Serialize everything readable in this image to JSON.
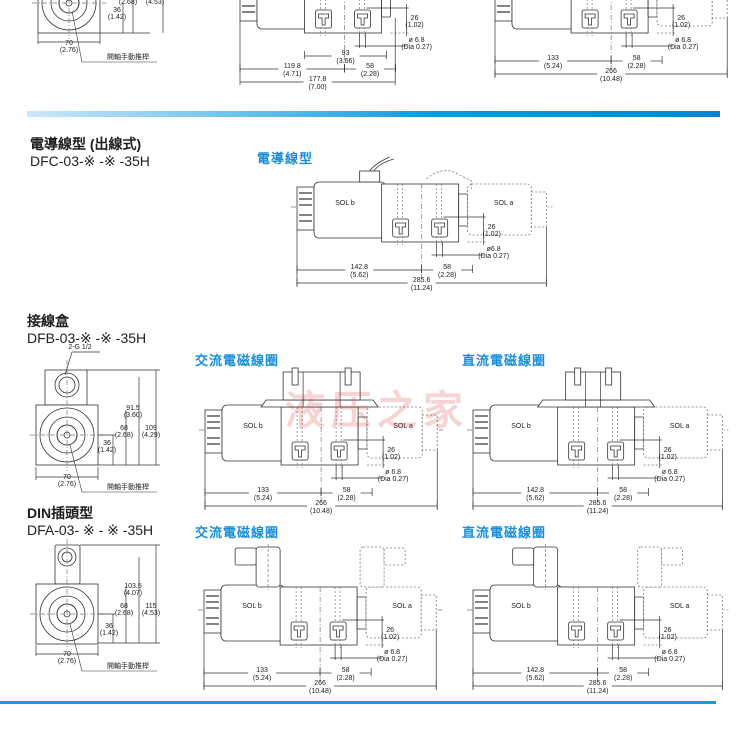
{
  "watermark": "液压之家",
  "top_partial": {
    "end_view": {
      "dim_68_in": "(2.68)",
      "dim_115_in": "(4.53)",
      "dim_36": "36",
      "dim_36_in": "(1.42)",
      "dim_70": "70",
      "dim_70_in": "(2.76)",
      "note": "開軸手動推桿"
    },
    "side_view_1": {
      "d26": "26",
      "d26_in": "(1.02)",
      "dia": "ø 6.8",
      "dia_in": "(Dia 0.27)",
      "dims": [
        {
          "v": "93",
          "i": "(3.66)"
        },
        {
          "v": "119.8",
          "i": "(4.71)"
        },
        {
          "v": "58",
          "i": "(2.28)"
        },
        {
          "v": "177.8",
          "i": "(7.00)"
        }
      ]
    },
    "side_view_2": {
      "d26": "26",
      "d26_in": "(1.02)",
      "dia": "ø 6.8",
      "dia_in": "(Dia 0.27)",
      "dims": [
        {
          "v": "133",
          "i": "(5.24)"
        },
        {
          "v": "58",
          "i": "(2.28)"
        },
        {
          "v": "266",
          "i": "(10.48)"
        }
      ]
    }
  },
  "dfc": {
    "title": "電導線型 (出線式)",
    "model": "DFC-03-※ -※ -35H",
    "view_label": "電導線型",
    "side": {
      "sol_b": "SOL b",
      "sol_a": "SOL a",
      "d26": "26",
      "d26_in": "(1.02)",
      "dia": "ø6.8",
      "dia_in": "(Dia 0.27)",
      "dims": [
        {
          "v": "142.8",
          "i": "(5.62)"
        },
        {
          "v": "58",
          "i": "(2.28)"
        },
        {
          "v": "285.6",
          "i": "(11.24)"
        }
      ]
    }
  },
  "dfb": {
    "title": "接線盒",
    "model": "DFB-03-※ -※ -35H",
    "end": {
      "port": "2-G 1/2",
      "dims": [
        {
          "v": "91.5",
          "i": "(3.60)"
        },
        {
          "v": "68",
          "i": "(2.68)"
        },
        {
          "v": "109",
          "i": "(4.29)"
        },
        {
          "v": "36",
          "i": "(1.42)"
        },
        {
          "v": "70",
          "i": "(2.76)"
        }
      ],
      "note": "開軸手動推桿"
    },
    "ac": {
      "label": "交流電磁線圈",
      "sol_b": "SOL b",
      "sol_a": "SOL a",
      "d26": "26",
      "d26_in": "(1.02)",
      "dia": "ø 6.8",
      "dia_in": "(Dia 0.27)",
      "dims": [
        {
          "v": "133",
          "i": "(5.24)"
        },
        {
          "v": "58",
          "i": "(2.28)"
        },
        {
          "v": "266",
          "i": "(10.48)"
        }
      ]
    },
    "dc": {
      "label": "直流電磁線圈",
      "sol_b": "SOL b",
      "sol_a": "SOL a",
      "d26": "26",
      "d26_in": "(1.02)",
      "dia": "ø 6.8",
      "dia_in": "(Dia 0.27)",
      "dims": [
        {
          "v": "142.8",
          "i": "(5.62)"
        },
        {
          "v": "58",
          "i": "(2.28)"
        },
        {
          "v": "285.6",
          "i": "(11.24)"
        }
      ]
    }
  },
  "din": {
    "title": "DIN插頭型",
    "model": "DFA-03- ※ - ※ -35H",
    "end": {
      "dims": [
        {
          "v": "103.5",
          "i": "(4.07)"
        },
        {
          "v": "68",
          "i": "(2.68)"
        },
        {
          "v": "115",
          "i": "(4.53)"
        },
        {
          "v": "36",
          "i": "(1.42)"
        },
        {
          "v": "70",
          "i": "(2.76)"
        }
      ],
      "note": "開軸手動推桿"
    },
    "ac": {
      "label": "交流電磁線圈",
      "sol_b": "SOL b",
      "sol_a": "SOL a",
      "d26": "26",
      "d26_in": "(1.02)",
      "dia": "ø 6.8",
      "dia_in": "(Dia 0.27)",
      "dims": [
        {
          "v": "133",
          "i": "(5.24)"
        },
        {
          "v": "58",
          "i": "(2.28)"
        },
        {
          "v": "266",
          "i": "(10.48)"
        }
      ]
    },
    "dc": {
      "label": "直流電磁線圈",
      "sol_b": "SOL b",
      "sol_a": "SOL a",
      "d26": "26",
      "d26_in": "(1.02)",
      "dia": "ø 6.8",
      "dia_in": "(Dia 0.27)",
      "dims": [
        {
          "v": "142.8",
          "i": "(5.62)"
        },
        {
          "v": "58",
          "i": "(2.28)"
        },
        {
          "v": "285.6",
          "i": "(11.24)"
        }
      ]
    }
  }
}
